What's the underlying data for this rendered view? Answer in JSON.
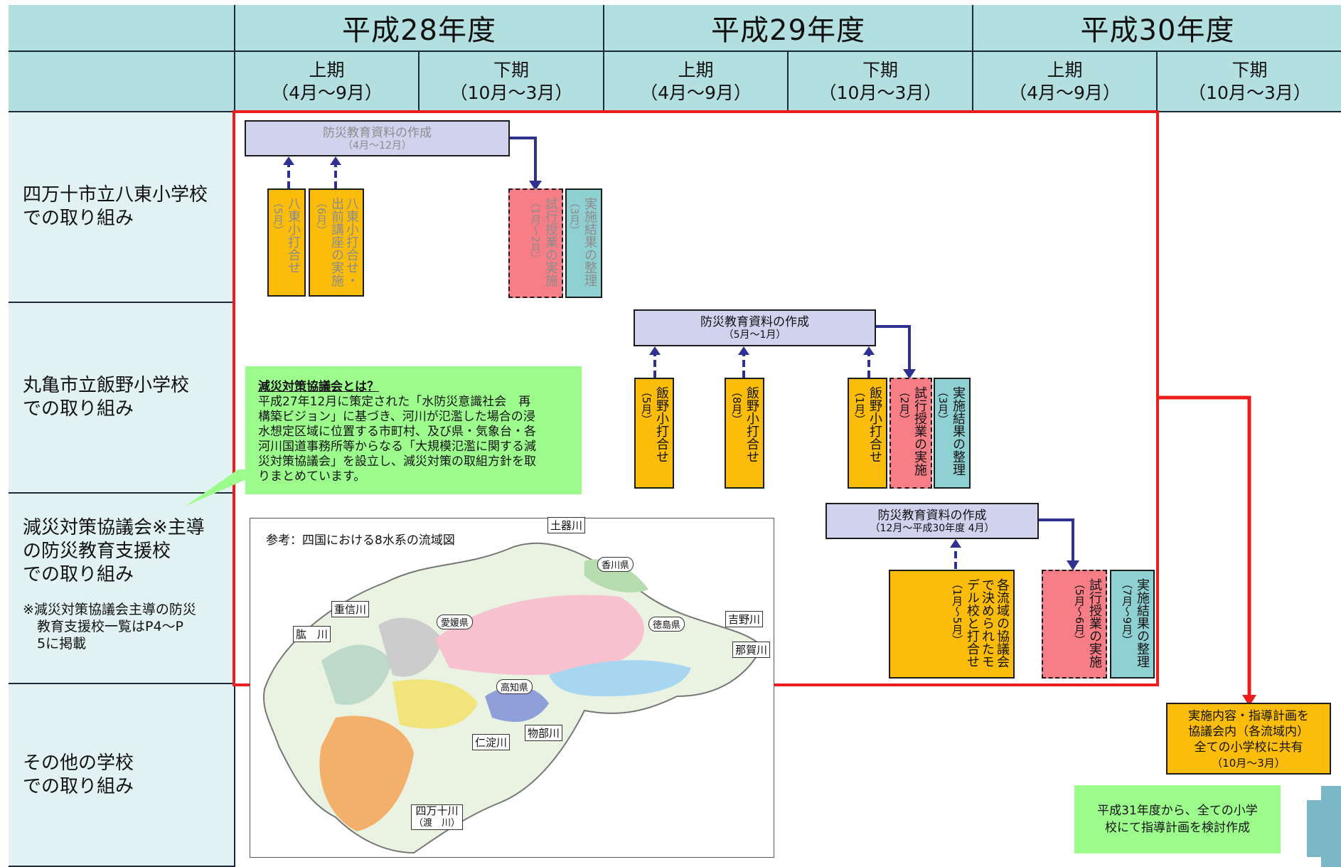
{
  "years": [
    "平成28年度",
    "平成29年度",
    "平成30年度"
  ],
  "halves": [
    {
      "name": "上期",
      "range": "（4月～9月）"
    },
    {
      "name": "下期",
      "range": "（10月～3月）"
    },
    {
      "name": "上期",
      "range": "（4月～9月）"
    },
    {
      "name": "下期",
      "range": "（10月～3月）"
    },
    {
      "name": "上期",
      "range": "（4月～9月）"
    },
    {
      "name": "下期",
      "range": "（10月～3月）"
    }
  ],
  "rows": [
    {
      "line1": "四万十市立八東小学校",
      "line2": "での取り組み"
    },
    {
      "line1": "丸亀市立飯野小学校",
      "line2": "での取り組み"
    },
    {
      "line1": "減災対策協議会※主導",
      "line2": "の防災教育支援校",
      "line3": "での取り組み",
      "note1": "※減災対策協議会主導の防災",
      "note2": "教育支援校一覧はP4～P",
      "note3": "5に掲載"
    },
    {
      "line1": "その他の学校",
      "line2": "での取り組み"
    }
  ],
  "school1": {
    "create_title": "防災教育資料の作成",
    "create_period": "（4月～12月）",
    "meet": "八東小打合せ",
    "meet_month": "（5月）",
    "lecture1": "八東小打合せ・",
    "lecture2": "出前講座の実施",
    "lecture_month": "（6月）",
    "trial": "試行授業の実施",
    "trial_month": "（1月～2月）",
    "result": "実施結果の整理",
    "result_month": "（3月）"
  },
  "school2": {
    "create_title": "防災教育資料の作成",
    "create_period": "（5月～1月）",
    "meet_a": "飯野小打合せ",
    "meet_a_month": "（5月）",
    "meet_b": "飯野小打合せ",
    "meet_b_month": "（8月）",
    "meet_c": "飯野小打合せ",
    "meet_c_month": "（1月）",
    "trial": "試行授業の実施",
    "trial_month": "（2月）",
    "result": "実施結果の整理",
    "result_month": "（3月）"
  },
  "council": {
    "create_title": "防災教育資料の作成",
    "create_period": "（12月～平成30年度 4月）",
    "model1": "各流域の協議会",
    "model2": "で決められたモ",
    "model3": "デル校と打合せ",
    "model_month": "（1月～5月）",
    "trial": "試行授業の実施",
    "trial_month": "（5月～6月）",
    "result": "実施結果の整理",
    "result_month": "（7月～9月）"
  },
  "other": {
    "share1": "実施内容・指導計画を",
    "share2": "協議会内（各流域内）",
    "share3": "全ての小学校に共有",
    "share_period": "（10月～3月）",
    "future1": "平成31年度から、全ての小学",
    "future2": "校にて指導計画を検討作成"
  },
  "callout": {
    "title": "減災対策協議会とは？",
    "lines": [
      "平成27年12月に策定された「水防災意識社会　再",
      "構築ビジョン」に基づき、河川が氾濫した場合の浸",
      "水想定区域に位置する市町村、及び県・気象台・各",
      "河川国道事務所等からなる「大規模氾濫に関する減",
      "災対策協議会」を設立し、減災対策の取組方針を取",
      "りまとめています。"
    ]
  },
  "map": {
    "caption": "参考：四国における8水系の流域図",
    "rivers": [
      "土器川",
      "重信川",
      "肱　川",
      "吉野川",
      "那賀川",
      "仁淀川",
      "物部川",
      "四万十川",
      "（渡　川）"
    ],
    "prefectures": [
      "香川県",
      "愛媛県",
      "徳島県",
      "高知県"
    ]
  },
  "colors": {
    "header": "#b4dfe0",
    "cell": "#e2f2f3",
    "orange": "#fbbd0a",
    "pink": "#f77e86",
    "teal": "#8fd0d3",
    "lavender": "#d0d2ee",
    "green": "#9cfd8d",
    "red": "#ee1c1c",
    "navy": "#2e3192"
  }
}
